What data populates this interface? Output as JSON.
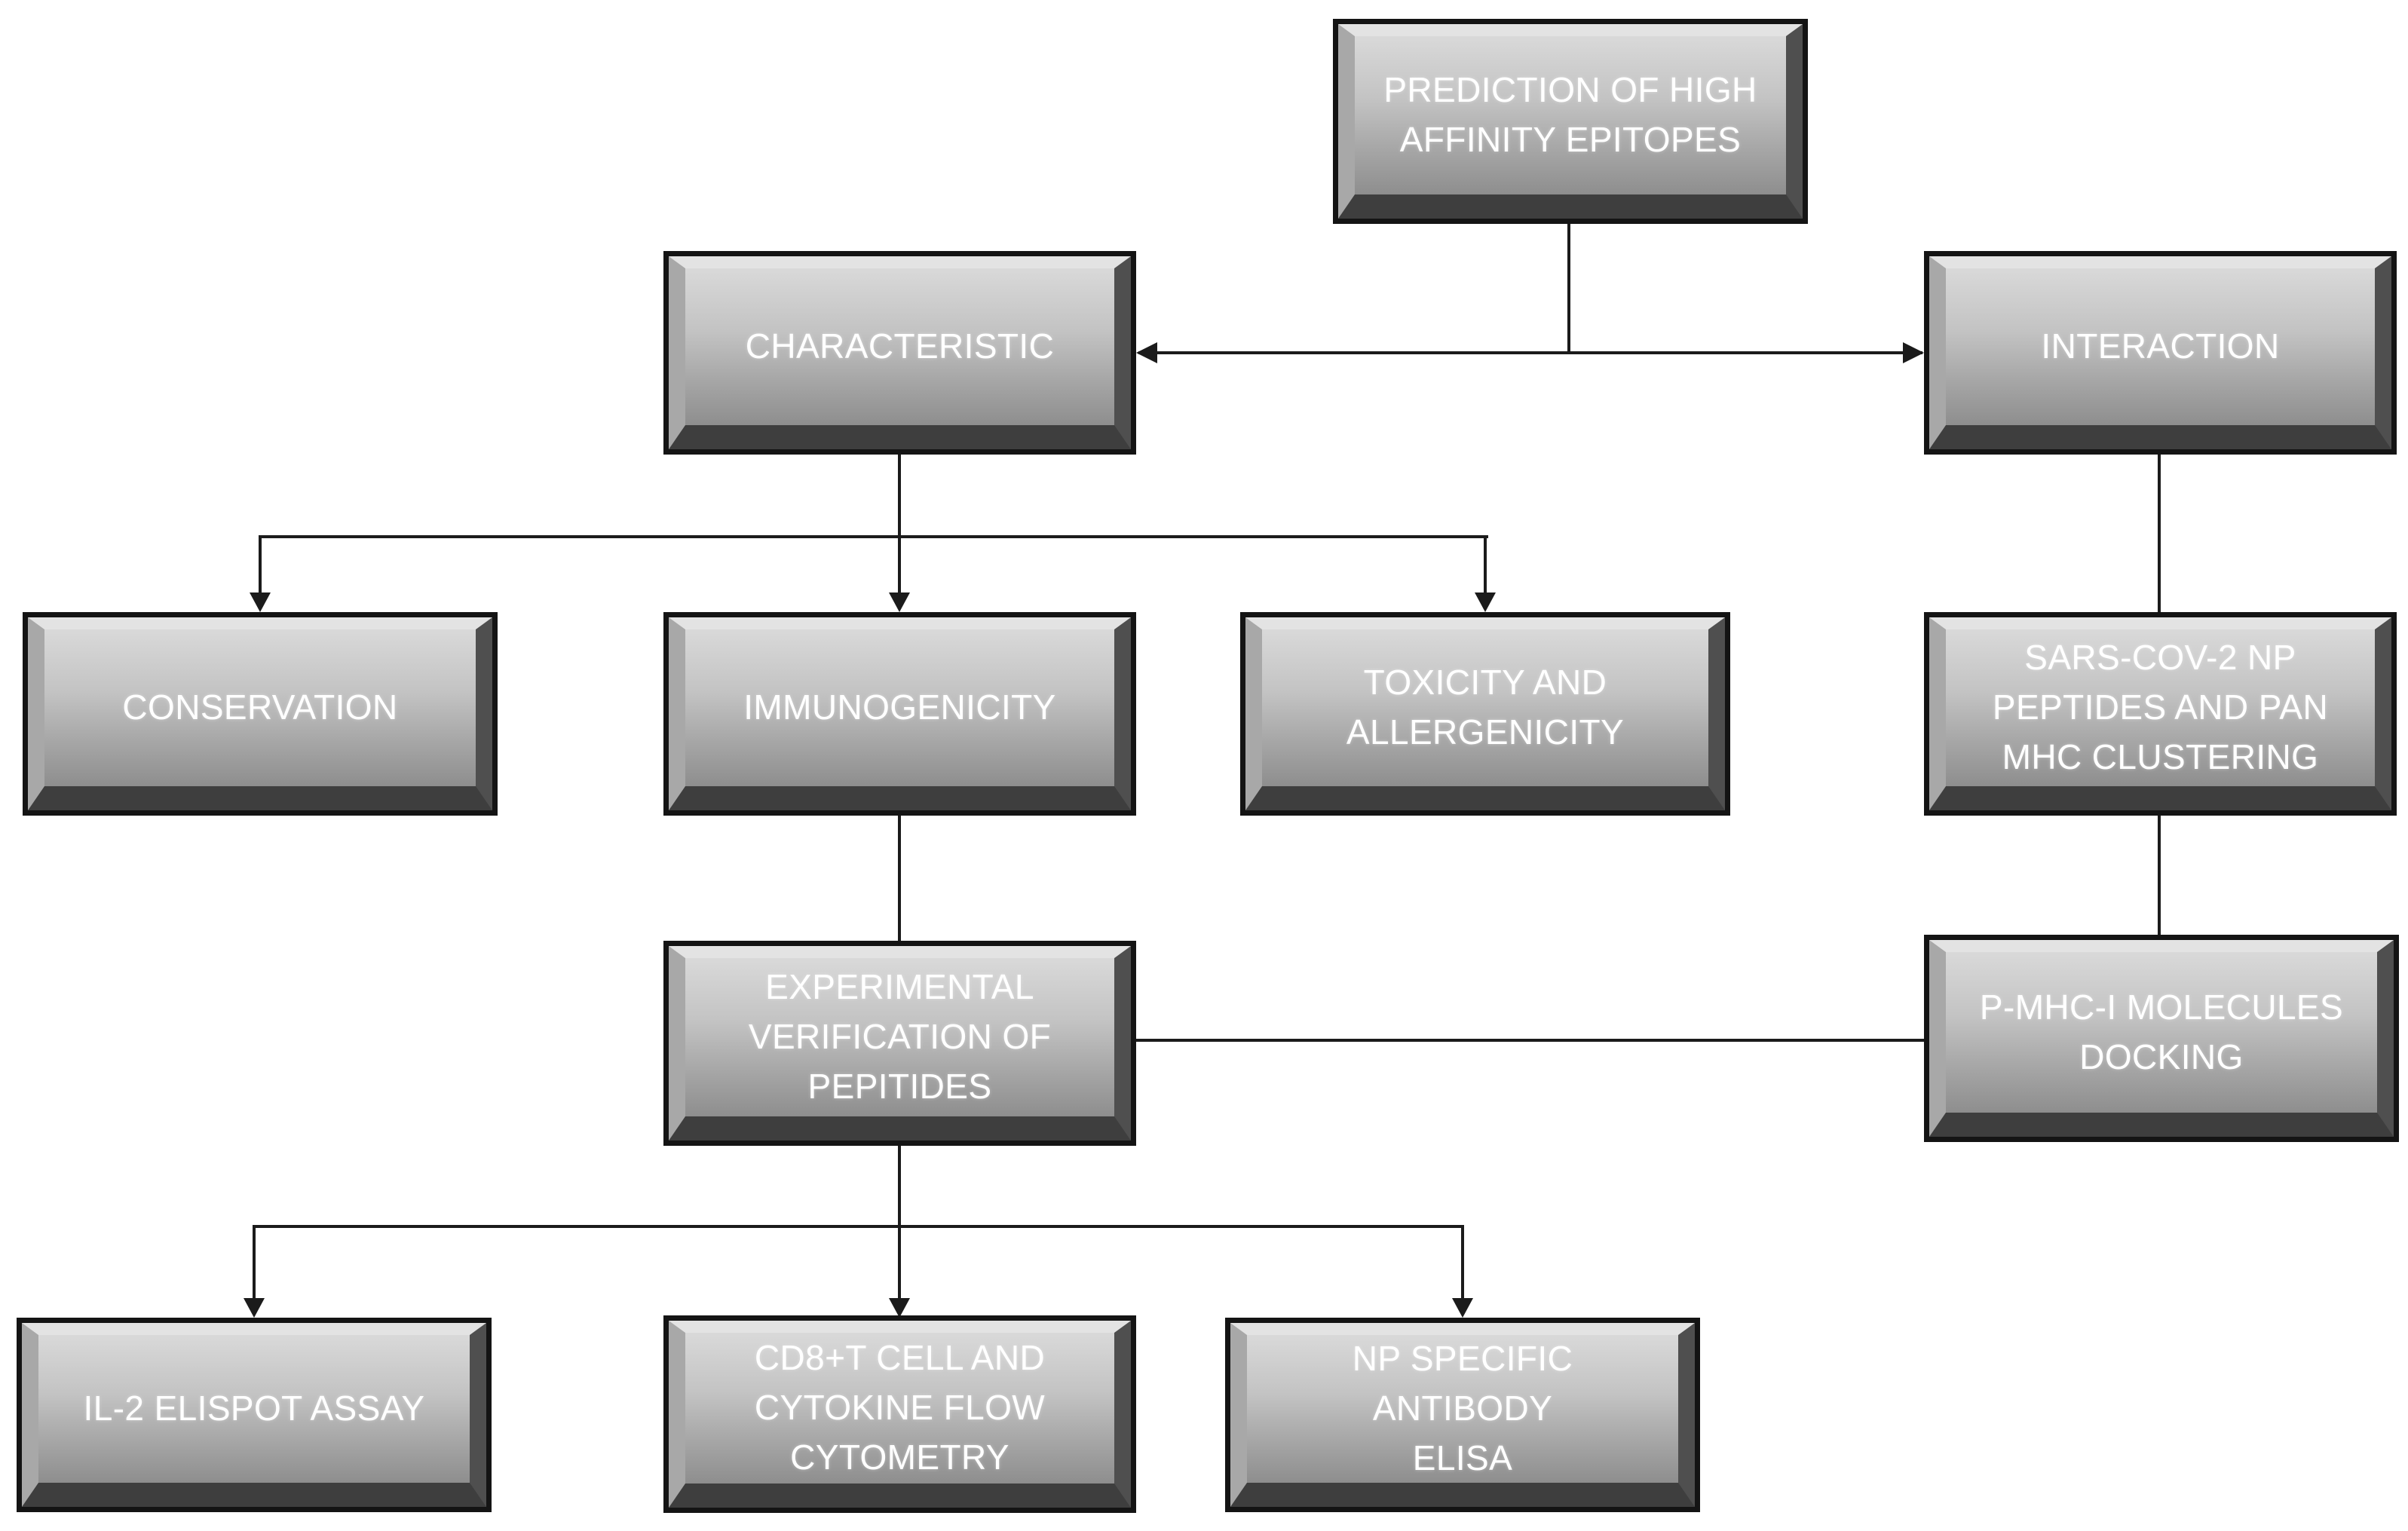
{
  "diagram": {
    "type": "flowchart",
    "background": "#ffffff"
  },
  "colors": {
    "node_outer_frame": "#141414",
    "bevel_top": "#e3e3e3",
    "bevel_left": "#a8a8a8",
    "bevel_right": "#4f4f4f",
    "bevel_bottom": "#3e3e3e",
    "face_gradient_top": "#d9d9d9",
    "face_gradient_bottom": "#8e8e8e",
    "connector": "#1b1b1b",
    "label_text": "#ffffff"
  },
  "nodes": {
    "prediction": {
      "label": "PREDICTION OF HIGH\nAFFINITY EPITOPES"
    },
    "characteristic": {
      "label": "CHARACTERISTIC"
    },
    "interaction": {
      "label": "INTERACTION"
    },
    "conservation": {
      "label": "CONSERVATION"
    },
    "immunogenicity": {
      "label": "IMMUNOGENICITY"
    },
    "toxicity": {
      "label": "TOXICITY AND\nALLERGENICITY"
    },
    "sars": {
      "label": "SARS-COV-2 NP\nPEPTIDES AND PAN\nMHC CLUSTERING"
    },
    "experimental": {
      "label": "EXPERIMENTAL\nVERIFICATION OF\nPEPITIDES"
    },
    "pmhc": {
      "label": "P-MHC-I MOLECULES\nDOCKING"
    },
    "il2": {
      "label": "IL-2 ELISPOT ASSAY"
    },
    "cd8": {
      "label": "CD8+T CELL AND\nCYTOKINE FLOW\nCYTOMETRY"
    },
    "np": {
      "label": "NP SPECIFIC ANTIBODY\nELISA"
    }
  },
  "edges": [
    {
      "from": "prediction",
      "to": "characteristic",
      "arrow": true
    },
    {
      "from": "prediction",
      "to": "interaction",
      "arrow": true
    },
    {
      "from": "characteristic",
      "to": "conservation",
      "arrow": true
    },
    {
      "from": "characteristic",
      "to": "immunogenicity",
      "arrow": true
    },
    {
      "from": "characteristic",
      "to": "toxicity",
      "arrow": true
    },
    {
      "from": "interaction",
      "to": "sars",
      "arrow": false
    },
    {
      "from": "sars",
      "to": "pmhc",
      "arrow": false
    },
    {
      "from": "immunogenicity",
      "to": "experimental",
      "arrow": false
    },
    {
      "from": "experimental",
      "to": "pmhc",
      "arrow": false
    },
    {
      "from": "experimental",
      "to": "il2",
      "arrow": true
    },
    {
      "from": "experimental",
      "to": "cd8",
      "arrow": true
    },
    {
      "from": "experimental",
      "to": "np",
      "arrow": true
    }
  ]
}
